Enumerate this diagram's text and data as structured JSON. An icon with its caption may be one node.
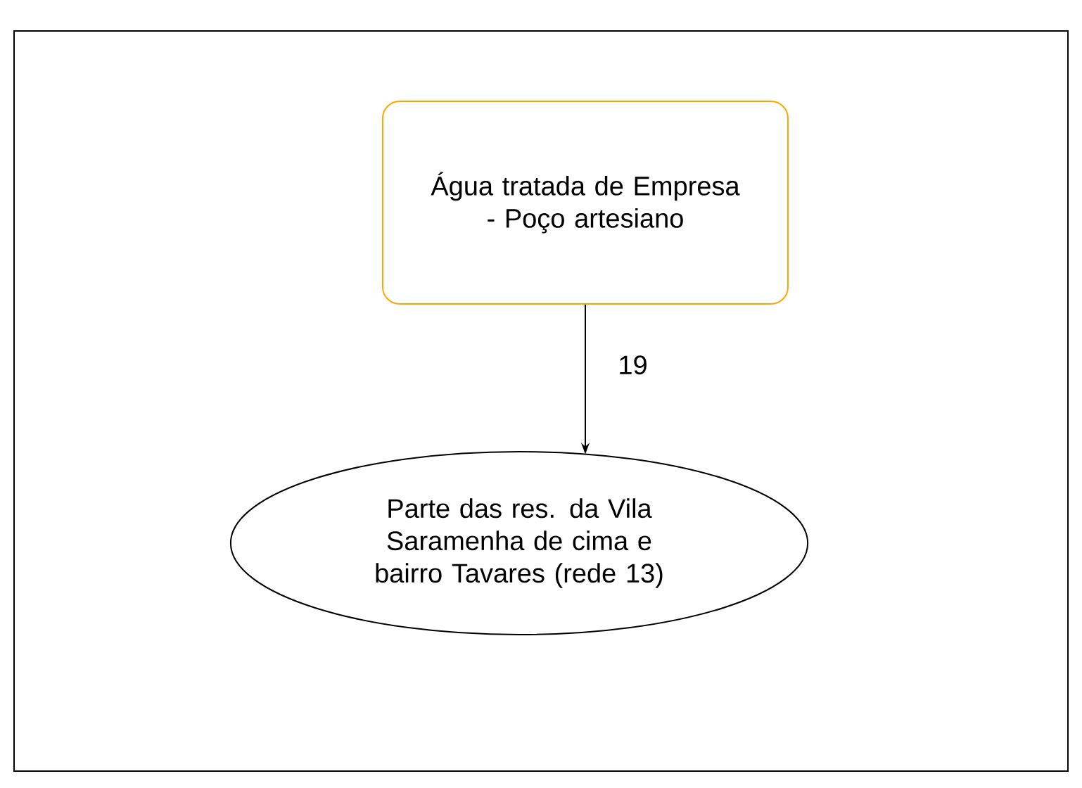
{
  "diagram": {
    "nodes": [
      {
        "text": [
          "Água tratada de Empresa - Poço artesiano"
        ]
      },
      {
        "text": [
          "Parte das res. da Vila Saramenha de cima e bairro Tavares (rede 13)"
        ]
      }
    ],
    "edges": [
      {
        "from": 0,
        "to": 1,
        "arrow": "to",
        "label": "19"
      }
    ]
  }
}
